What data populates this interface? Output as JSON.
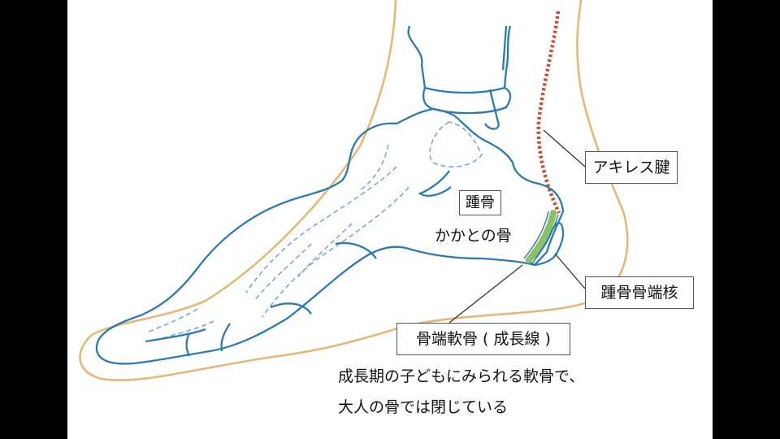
{
  "labels": {
    "achilles": "アキレス腱",
    "calcaneus": "踵骨",
    "heel_bone": "かかとの骨",
    "ossification_nucleus": "踵骨骨端核",
    "growth_cartilage": "骨端軟骨 ( 成長線 )"
  },
  "note": {
    "line1": "成長期の子どもにみられる軟骨で、",
    "line2": "大人の骨では閉じている"
  },
  "colors": {
    "bone_outline": "#2a7bb5",
    "hidden_bone_dashed": "#7aa7d8",
    "skin_outline": "#e7b774",
    "achilles_tendon": "#d2452c",
    "cartilage": "#8cc063",
    "leader_line": "#333333",
    "side_bars": "#000000"
  }
}
